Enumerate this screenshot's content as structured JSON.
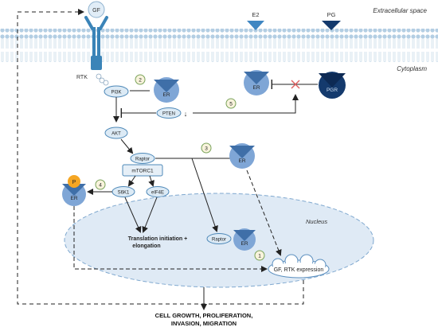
{
  "labels": {
    "extracellular_space": "Extracellular space",
    "cytoplasm": "Cytoplasm",
    "nucleus": "Nucleus",
    "gf": "GF",
    "rtk": "RTK",
    "e2": "E2",
    "pg": "PG",
    "pgr": "PGR",
    "pi3k": "PI3K",
    "pten": "PTEN",
    "akt": "AKT",
    "raptor": "Raptor",
    "mtorc1": "mTORC1",
    "s6k1": "S6K1",
    "eif4e": "eIF4E",
    "p": "P",
    "er": "ER",
    "translation_line1": "Translation initiation +",
    "translation_line2": "elongation",
    "gf_rtk_expression": "GF, RTK expression",
    "outcome_line1": "CELL GROWTH, PROLIFERATION,",
    "outcome_line2": "INVASION, MIGRATION"
  },
  "steps": [
    "1",
    "2",
    "3",
    "4",
    "5"
  ],
  "colors": {
    "membrane": "#b9d3e6",
    "receptor_blue": "#3b84b8",
    "er_light": "#7fa6d6",
    "er_dark": "#3f6fa8",
    "pgr_dark": "#143a6d",
    "node_fill": "#dceaf5",
    "node_stroke": "#4d88b8",
    "nucleus_fill": "#dfeaf5",
    "step_fill": "#f8f3dc",
    "step_stroke": "#7aa35a",
    "phospho": "#f5a623",
    "inhibit_x": "#e06060"
  }
}
